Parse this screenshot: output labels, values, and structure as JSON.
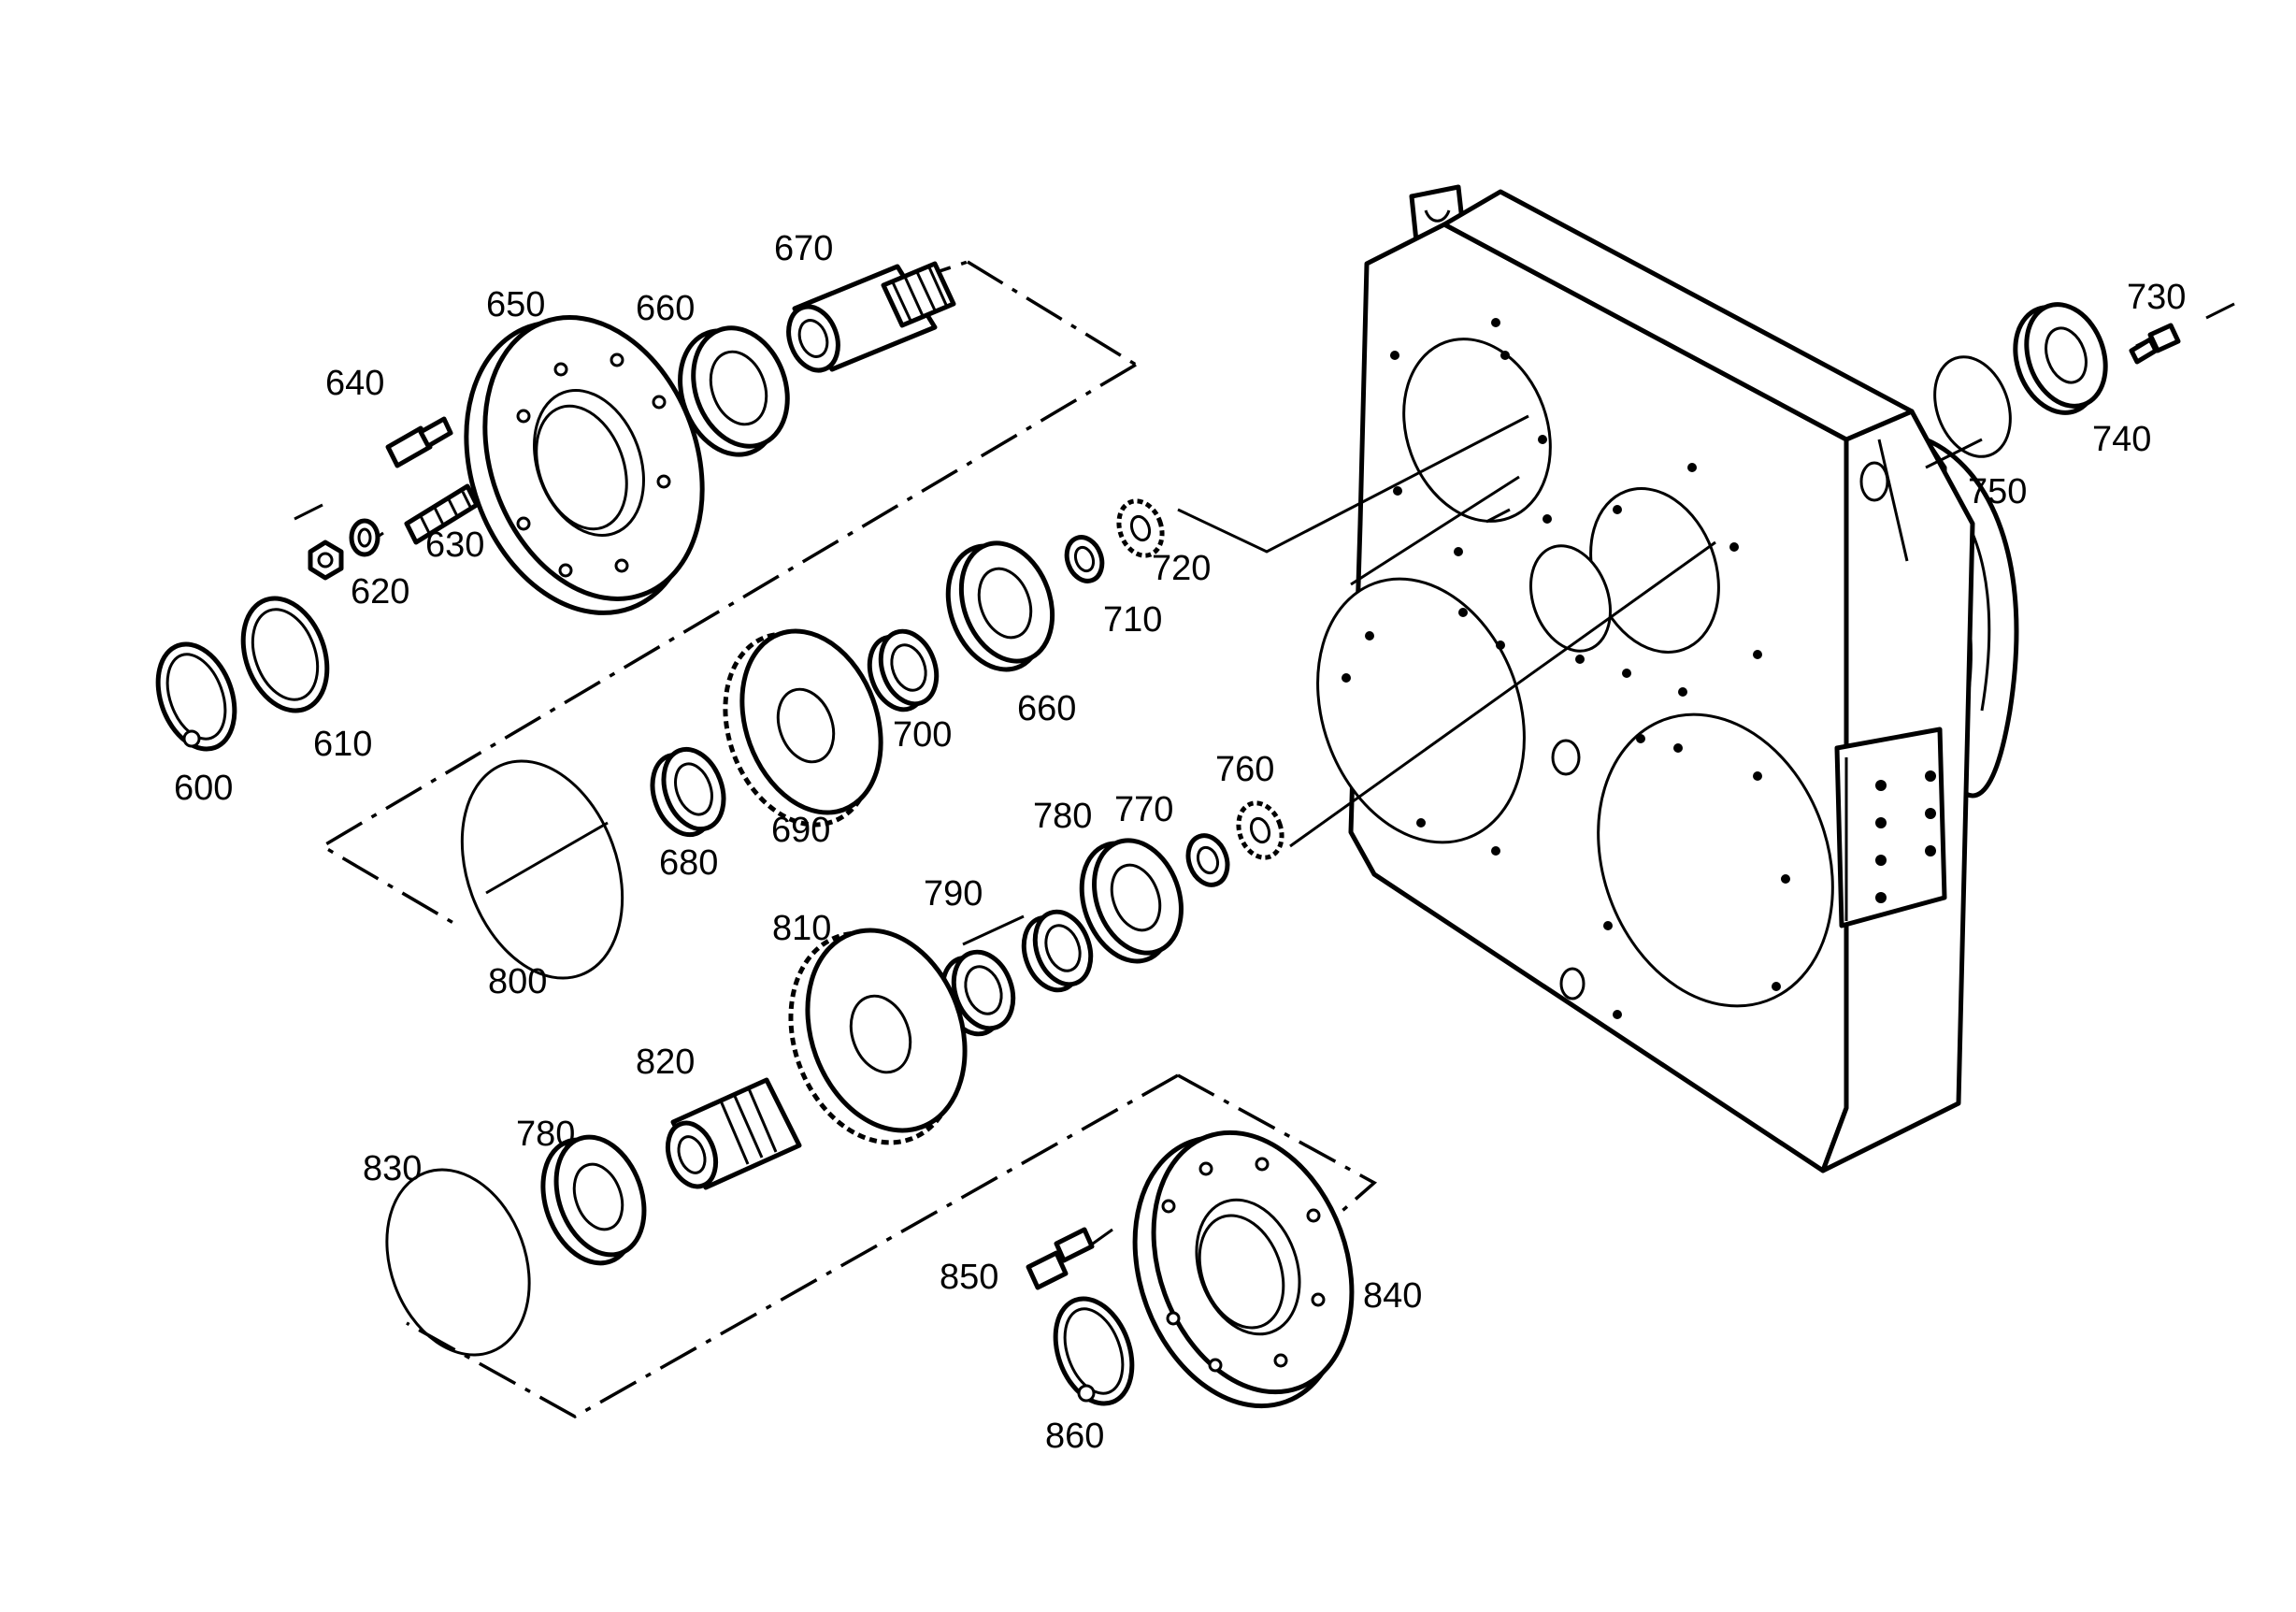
{
  "diagram": {
    "callouts": [
      {
        "id": "600",
        "text": "600"
      },
      {
        "id": "610",
        "text": "610"
      },
      {
        "id": "620",
        "text": "620"
      },
      {
        "id": "630",
        "text": "630"
      },
      {
        "id": "640",
        "text": "640"
      },
      {
        "id": "650",
        "text": "650"
      },
      {
        "id": "660a",
        "text": "660"
      },
      {
        "id": "670",
        "text": "670"
      },
      {
        "id": "660b",
        "text": "660"
      },
      {
        "id": "680",
        "text": "680"
      },
      {
        "id": "690",
        "text": "690"
      },
      {
        "id": "700",
        "text": "700"
      },
      {
        "id": "710",
        "text": "710"
      },
      {
        "id": "720",
        "text": "720"
      },
      {
        "id": "730",
        "text": "730"
      },
      {
        "id": "740",
        "text": "740"
      },
      {
        "id": "750",
        "text": "750"
      },
      {
        "id": "760",
        "text": "760"
      },
      {
        "id": "770",
        "text": "770"
      },
      {
        "id": "780a",
        "text": "780"
      },
      {
        "id": "790",
        "text": "790"
      },
      {
        "id": "800",
        "text": "800"
      },
      {
        "id": "810",
        "text": "810"
      },
      {
        "id": "820",
        "text": "820"
      },
      {
        "id": "780b",
        "text": "780"
      },
      {
        "id": "830",
        "text": "830"
      },
      {
        "id": "840",
        "text": "840"
      },
      {
        "id": "850",
        "text": "850"
      },
      {
        "id": "860",
        "text": "860"
      }
    ]
  }
}
